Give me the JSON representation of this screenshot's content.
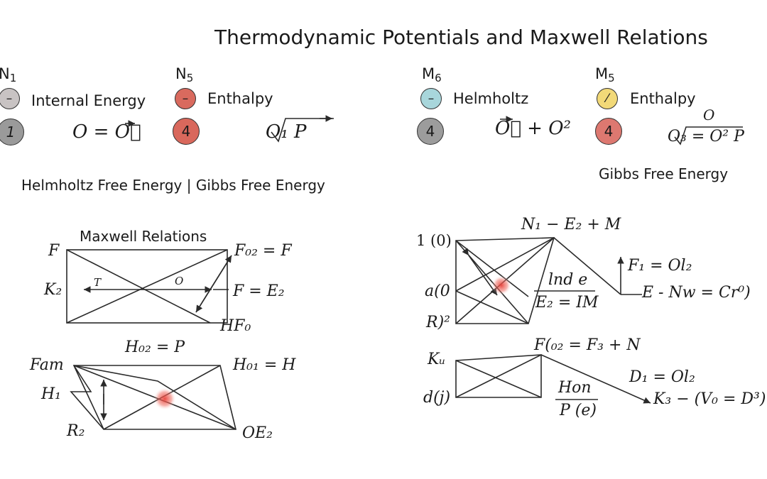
{
  "title": "Thermodynamic Potentials and Maxwell Relations",
  "headers": [
    {
      "letter": "N",
      "sub": "1",
      "circle_small": "–",
      "label": "Internal Energy",
      "circle_large": "1",
      "small_color": "#c8c3c3",
      "large_color": "#9a9a9a"
    },
    {
      "letter": "N",
      "sub": "5",
      "circle_small": "–",
      "label": "Enthalpy",
      "circle_large": "4",
      "small_color": "#d96a5e",
      "large_color": "#d9685c"
    },
    {
      "letter": "M",
      "sub": "6",
      "circle_small": "–",
      "label": "Helmholtz",
      "circle_large": "4",
      "small_color": "#a8d6db",
      "large_color": "#9c9c9c"
    },
    {
      "letter": "M",
      "sub": "5",
      "circle_small": "⁄",
      "label": "Enthalpy",
      "circle_large": "4",
      "small_color": "#f2d978",
      "large_color": "#dd7870"
    }
  ],
  "equations_top": {
    "eq1": "O = O⃗",
    "eq2": "O₁ P",
    "eq3": "O⃗ + O²",
    "eq4_top": "O",
    "eq4": "O₃ = O² P"
  },
  "left_caption": "Helmholtz Free Energy | Gibbs Free Energy",
  "right_caption": "Gibbs Free Energy",
  "maxwell_title": "Maxwell Relations",
  "left_top": {
    "F": "F",
    "F02": "F₀₂ = F",
    "K2": "K₂",
    "FE2": "F = E₂",
    "HF0": "HF₀",
    "T": "T",
    "O": "O"
  },
  "left_bottom": {
    "H02P": "H₀₂ = P",
    "Fam": "Fam",
    "H01H": "H₀₁ = H",
    "H1": "H₁",
    "R2": "R₂",
    "OE2": "OE₂"
  },
  "right_top": {
    "N1E2M": "N₁ − E₂ + M",
    "one0": "1 (0)",
    "a0": "a(0",
    "R2": "R)²",
    "frac_num": "lnd e",
    "frac_den": "E₂ = IM",
    "F1Ol2": "F₁ = Ol₂",
    "ENw": "E - Nw = Cr⁰)"
  },
  "right_bottom": {
    "F02F3N": "F(₀₂ = F₃ + N",
    "Ku": "Kᵤ",
    "dj": "d(j)",
    "frac_num": "Hon",
    "frac_den": "P (e)",
    "D1Ol2": "D₁ = Ol₂",
    "K3": "K₃ − (V₀ = D³)"
  },
  "colors": {
    "line": "#2a2a2a",
    "accent_red": "#e8423a"
  }
}
